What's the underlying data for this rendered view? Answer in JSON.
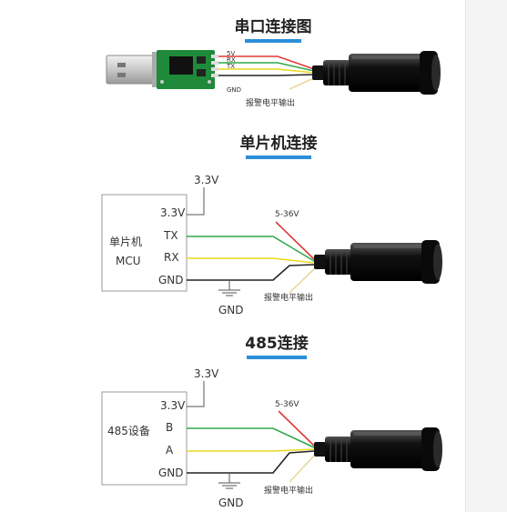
{
  "sections": {
    "serial": {
      "title": "串口连接图",
      "pins": [
        "5V",
        "RX",
        "TX",
        "GND"
      ],
      "alarm": "报警电平输出"
    },
    "mcu": {
      "title": "单片机连接",
      "supply": "3.3V",
      "box_label": "单片机",
      "box_sub": "MCU",
      "pins": [
        "3.3V",
        "TX",
        "RX",
        "GND"
      ],
      "power_range": "5-36V",
      "gnd": "GND",
      "alarm": "报警电平输出"
    },
    "rs485": {
      "title": "485连接",
      "supply": "3.3V",
      "box_label": "485设备",
      "pins": [
        "3.3V",
        "B",
        "A",
        "GND"
      ],
      "power_range": "5-36V",
      "gnd": "GND",
      "alarm": "报警电平输出"
    }
  },
  "colors": {
    "accent": "#2b8fd9",
    "wire_red": "#e03a3a",
    "wire_green": "#2ea84a",
    "wire_yellow": "#e8d91a",
    "wire_black": "#222222",
    "pcb": "#1f8a3a"
  },
  "icons": [
    "usb-connector-icon",
    "sensor-cylinder-icon",
    "ground-symbol-icon"
  ]
}
